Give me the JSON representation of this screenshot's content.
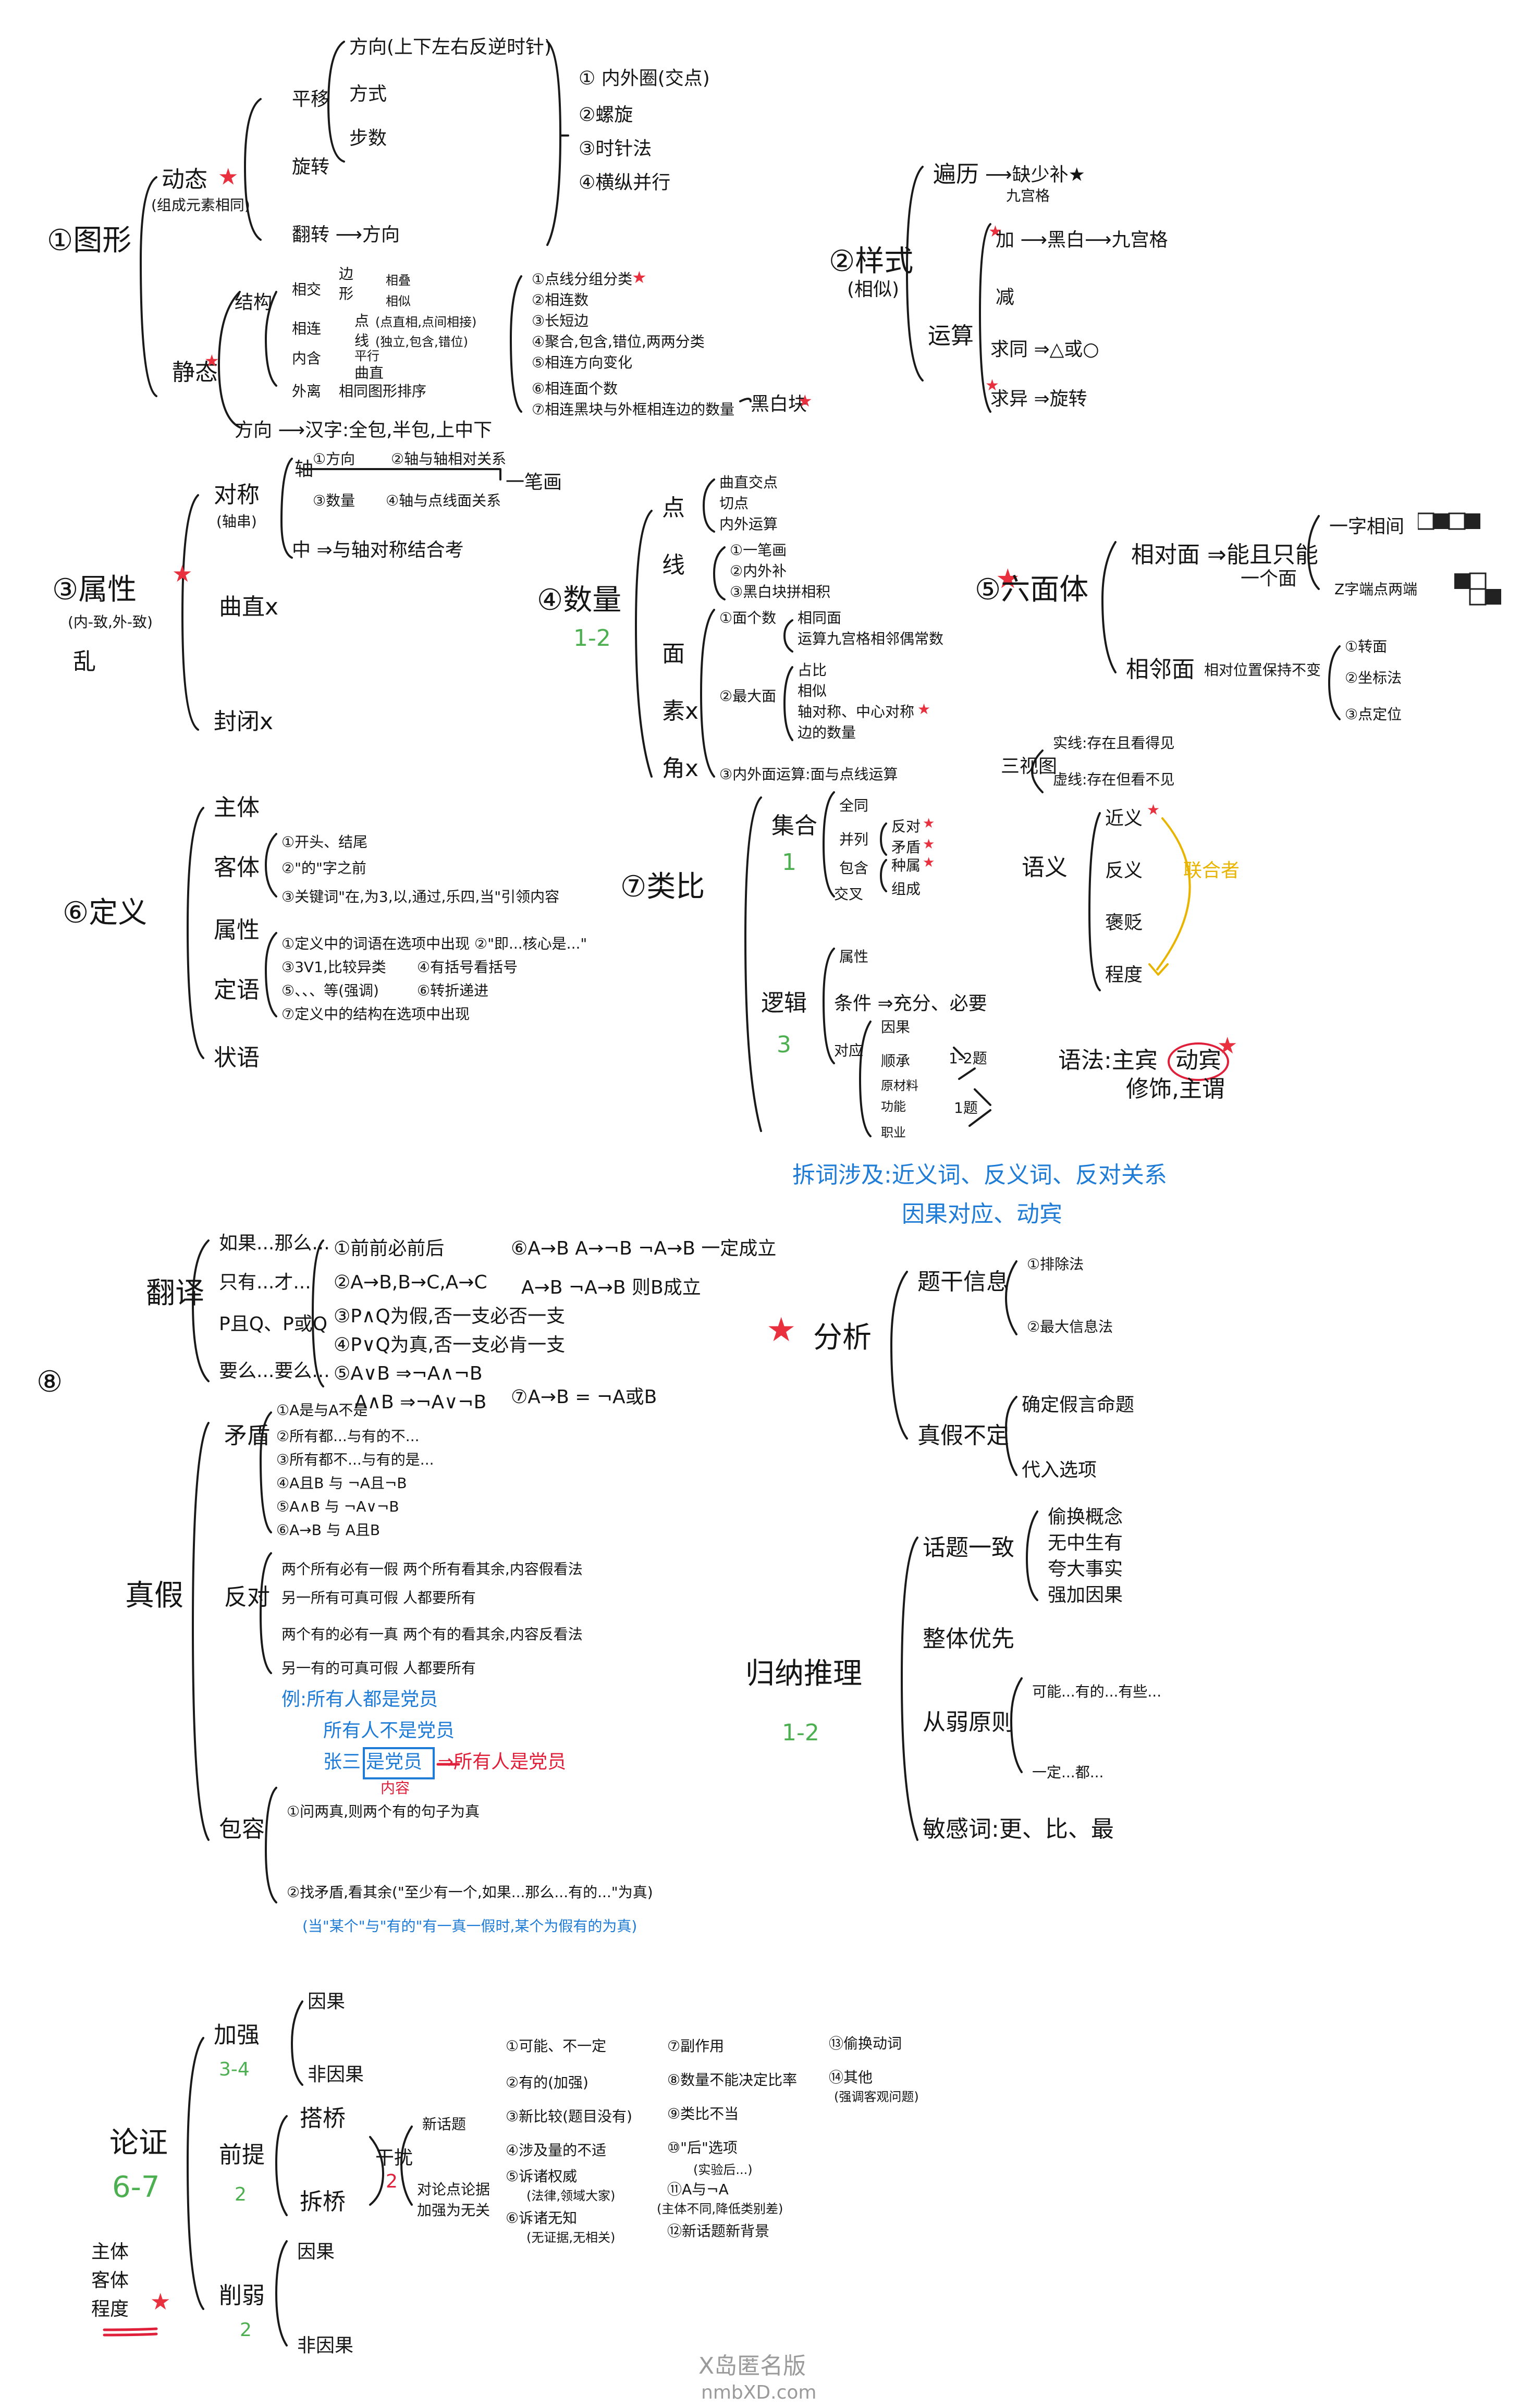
{
  "s1": {
    "title": "①图形",
    "dynamic": "动态",
    "dynamic_note": "(组成元素相同)",
    "translate": "平移",
    "dir1": "方向(上下左右反逆时针)",
    "way": "方式",
    "steps": "步数",
    "rotate": "旋转",
    "flip": "翻转 ⟶方向",
    "r1": "① 内外圈(交点)",
    "r2": "②螺旋",
    "r3": "③时针法",
    "r4": "④横纵并行",
    "static": "静态",
    "struct": "结构",
    "adj": "相交",
    "edge": "边",
    "shape": "形",
    "overlap": "相叠",
    "similar": "相似",
    "connect": "相连",
    "point": "点",
    "pointnote": "(点直相,点间相接)",
    "line": "线",
    "linenote": "(独立,包含,错位)",
    "contain": "内含",
    "parallel": "平行",
    "curve": "曲直",
    "outer": "外离",
    "samepattern": "相同图形排序",
    "p1": "①点线分组分类",
    "p2": "②相连数",
    "p3": "③长短边",
    "p4": "④聚合,包含,错位,两两分类",
    "p5": "⑤相连方向变化",
    "p6": "⑥相连面个数",
    "p7": "⑦相连黑块与外框相连边的数量",
    "blackwhite": "黑白块",
    "direction": "方向 ⟶汉字:全包,半包,上中下"
  },
  "s2": {
    "title": "②样式",
    "note": "(相似)",
    "traverse": "遍历",
    "trav_r": "⟶缺少补★",
    "trav_r2": "九宫格",
    "calc": "运算",
    "add": "加 ⟶黑白⟶九宫格",
    "sub": "减",
    "seek_same": "求同 ⇒△或○",
    "seek_diff": "求异 ⇒旋转"
  },
  "s3": {
    "title": "③属性",
    "note": "(内-致,外-致)",
    "chaos": "乱",
    "sym": "对称",
    "sym_note": "(轴串)",
    "axis": "轴",
    "a1": "①方向",
    "a2": "②轴与轴相对关系",
    "a3": "③数量",
    "a4": "④轴与点线面关系",
    "onestroke": "一笔画",
    "mid": "中 ⇒与轴对称结合考",
    "curve": "曲直x",
    "closed": "封闭x"
  },
  "s4": {
    "title": "④数量",
    "range": "1-2",
    "point": "点",
    "pd1": "曲直交点",
    "pd2": "切点",
    "pd3": "内外运算",
    "line": "线",
    "ld1": "①一笔画",
    "ld2": "②内外补",
    "ld3": "③黑白块拼相积",
    "face": "面",
    "f1": "①面个数",
    "f1a": "相同面",
    "f1b": "运算九宫格相邻偶常数",
    "f2": "②最大面",
    "f2a": "占比",
    "f2b": "相似",
    "f2c": "轴对称、中心对称",
    "f2d": "边的数量",
    "f3": "③内外面运算:面与点线运算",
    "element": "素x",
    "angle": "角x"
  },
  "s5": {
    "title": "⑤六面体",
    "opp": "相对面 ⇒能且只能",
    "one": "一个面",
    "oa": "一字相间",
    "ob": "Z字端点两端",
    "adj": "相邻面",
    "adj_note": "相对位置保持不变",
    "ad1": "①转面",
    "ad2": "②坐标法",
    "ad3": "③点定位"
  },
  "s6": {
    "title": "⑥定义",
    "subject": "主体",
    "object": "客体",
    "o1": "①开头、结尾",
    "o2": "②\"的\"字之前",
    "o3": "③关键词\"在,为3,以,通过,乐四,当\"引领内容",
    "attr": "属性",
    "at1": "①定义中的词语在选项中出现 ②\"即...核心是...\"",
    "at2": "③3V1,比较异类",
    "at3": "④有括号看括号",
    "at4": "⑤、、、等(强调)",
    "at5": "⑥转折递进",
    "at6": "⑦定义中的结构在选项中出现",
    "modifier": "定语",
    "adverbial": "状语"
  },
  "s7": {
    "title": "⑦类比",
    "set": "集合",
    "set_n": "1",
    "all": "全同",
    "cross": "并列",
    "cr1": "反对",
    "cr2": "矛盾",
    "include": "包含",
    "in1": "种属",
    "in2": "组成",
    "inter": "交叉",
    "logic": "逻辑",
    "logic_n": "3",
    "attr": "属性",
    "cond": "条件 ⇒充分、必要",
    "corr": "对应",
    "c1": "因果",
    "c2": "顺承",
    "c3": "原材料",
    "c4": "功能",
    "c5": "职业",
    "q1": "1-2题",
    "q2": "1题",
    "sem": "语义",
    "syn": "近义",
    "ant": "反义",
    "pos": "褒贬",
    "deg": "程度",
    "assoc": "联合者",
    "gram": "语法:主宾",
    "verb": "动宾",
    "modi": "修饰,主谓",
    "views": "三视图",
    "solid": "实线:存在且看得见",
    "dashed": "虚线:存在但看不见",
    "blue1": "拆词涉及:近义词、反义词、反对关系",
    "blue2": "因果对应、动宾"
  },
  "s8": {
    "num": "⑧",
    "translate": "翻译",
    "t1": "如果...那么...",
    "t2": "只有...才...",
    "t3": "P且Q、P或Q",
    "t4": "要么...要么...",
    "e1": "①前前必前后",
    "e1b": "⑥A→B  A→¬B  ¬A→B 一定成立",
    "e2": "②A→B,B→C,A→C",
    "e2b": "A→B  ¬A→B  则B成立",
    "e3": "③P∧Q为假,否一支必否一支",
    "e4": "④P∨Q为真,否一支必肯一支",
    "e5": "⑤A∨B ⇒¬A∧¬B",
    "e6": "A∧B ⇒¬A∨¬B",
    "e7": "⑦A→B = ¬A或B",
    "tf": "真假",
    "cont": "矛盾",
    "cn1": "①A是与A不是",
    "cn2": "②所有都...与有的不...",
    "cn3": "③所有都不...与有的是...",
    "cn4": "④A且B 与 ¬A且¬B",
    "cn5": "⑤A∧B 与 ¬A∨¬B",
    "cn6": "⑥A→B 与 A且B",
    "anti": "反对",
    "an1": "两个所有必有一假  两个所有看其余,内容假看法",
    "an2": "另一所有可真可假  人都要所有",
    "an3": "两个有的必有一真  两个有的看其余,内容反看法",
    "an4": "另一有的可真可假  人都要所有",
    "ex1": "例:所有人都是党员",
    "ex2": "所有人不是党员",
    "ex3a": "张三",
    "ex3b": "是党员",
    "ex3c": "⇒所有人是党员",
    "ex3d": "内容",
    "incl": "包容",
    "ic1": "①问两真,则两个有的句子为真",
    "ic2": "②找矛盾,看其余(\"至少有一个,如果...那么...有的...\"为真)",
    "ic3": "(当\"某个\"与\"有的\"有一真一假时,某个为假有的为真)"
  },
  "s9": {
    "title": "分析",
    "dry": "题干信息",
    "d1": "①排除法",
    "d2": "②最大信息法",
    "tf": "真假不定",
    "tf1": "确定假言命题",
    "tf2": "代入选项"
  },
  "s10": {
    "title": "归纳推理",
    "range": "1-2",
    "topic": "话题一致",
    "tp1": "偷换概念",
    "tp2": "无中生有",
    "tp3": "夸大事实",
    "tp4": "强加因果",
    "whole": "整体优先",
    "weak": "从弱原则",
    "wk1": "可能...有的...有些...",
    "wk2": "一定...都...",
    "sens": "敏感词:更、比、最"
  },
  "s11": {
    "title": "论证",
    "range": "6-7",
    "main": "主体",
    "obj": "客体",
    "degree": "程度",
    "strong": "加强",
    "strong_n": "3-4",
    "cause": "因果",
    "noncause": "非因果",
    "prem": "前提",
    "prem_n": "2",
    "bridge1": "搭桥",
    "bridge2": "拆桥",
    "interfere": "干扰",
    "interfere_n": "2",
    "newtopic": "新话题",
    "irrel": "对论点论据",
    "irrel2": "加强为无关",
    "weak": "削弱",
    "weak_n": "2",
    "wcause": "因果",
    "wnoncause": "非因果",
    "l1": "①可能、不一定",
    "l2": "②有的(加强)",
    "l3": "③新比较(题目没有)",
    "l4": "④涉及量的不适",
    "l5": "⑤诉诸权威",
    "l5n": "(法律,领域大家)",
    "l6": "⑥诉诸无知",
    "l6n": "(无证据,无相关)",
    "m7": "⑦副作用",
    "m8": "⑧数量不能决定比率",
    "m9": "⑨类比不当",
    "m10": "⑩\"后\"选项",
    "m10n": "(实验后...)",
    "m11": "⑪A与¬A",
    "m11n": "(主体不同,降低类别差)",
    "m12": "⑫新话题新背景",
    "m13": "⑬偷换动词",
    "m14": "⑭其他",
    "m14n": "(强调客观问题)"
  },
  "watermark1": "X岛匿名版",
  "watermark2": "nmbXD.com"
}
